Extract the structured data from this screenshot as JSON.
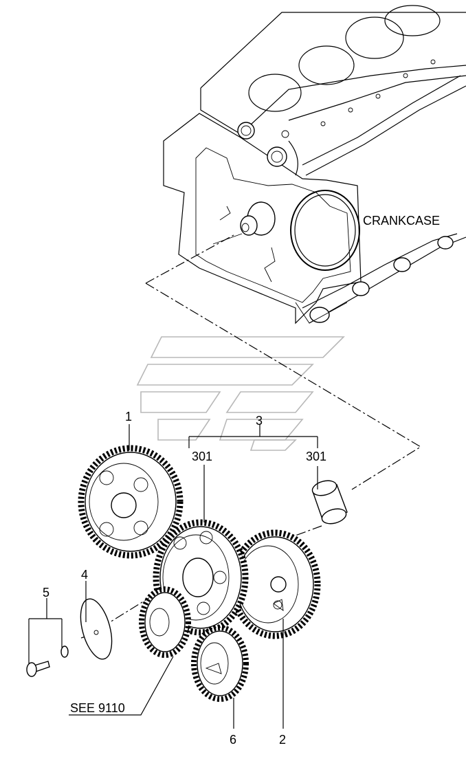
{
  "labels": {
    "crankcase": "CRANKCASE",
    "see_ref": "SEE 9110",
    "item_1": "1",
    "item_2": "2",
    "item_3": "3",
    "item_4": "4",
    "item_5": "5",
    "item_6": "6",
    "item_301_left": "301",
    "item_301_right": "301"
  }
}
